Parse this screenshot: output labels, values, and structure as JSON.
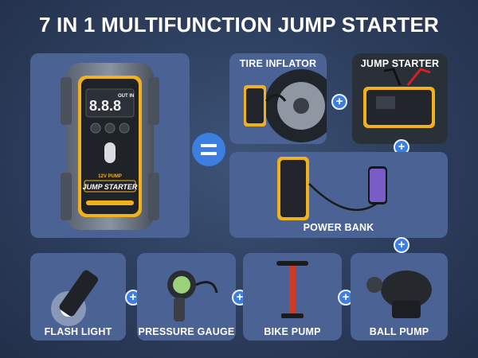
{
  "title": "7 IN 1 MULTIFUNCTION JUMP STARTER",
  "device": {
    "display_digits": "8.8.8",
    "display_badge": "OUT IN",
    "mode_label": "12V PUMP",
    "brand_label": "JUMP STARTER"
  },
  "features": {
    "tire_inflator": "TIRE INFLATOR",
    "jump_starter": "JUMP STARTER",
    "power_bank": "POWER BANK",
    "flash_light": "FLASH LIGHT",
    "pressure_gauge": "PRESSURE GAUGE",
    "bike_pump": "BIKE PUMP",
    "ball_pump": "BALL PUMP"
  },
  "symbols": {
    "plus": "+",
    "equals": "="
  },
  "colors": {
    "background": "#2c3d5c",
    "panel": "#4a6294",
    "accent_blue": "#3d7fe0",
    "device_yellow": "#f0b21c"
  }
}
